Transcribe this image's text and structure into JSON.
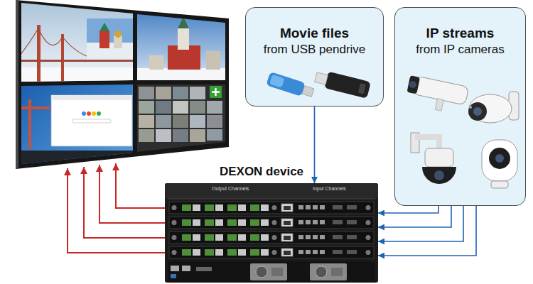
{
  "diagram": {
    "nodes": [
      {
        "text": [
          "Movie files",
          "from USB pendrive"
        ]
      },
      {
        "text": [
          "IP streams",
          "from IP cameras"
        ]
      },
      {
        "text": [
          "DEXON device"
        ]
      }
    ],
    "edges": [
      {
        "from": 0,
        "to": 2,
        "arrow": "to"
      },
      {
        "from": 1,
        "to": 2,
        "arrow": "to"
      },
      {
        "from": 1,
        "to": 2,
        "arrow": "to"
      },
      {
        "from": 1,
        "to": 2,
        "arrow": "to"
      },
      {
        "from": 1,
        "to": 2,
        "arrow": "to"
      }
    ],
    "labels": [
      "Output Channels",
      "Input Channels"
    ]
  }
}
